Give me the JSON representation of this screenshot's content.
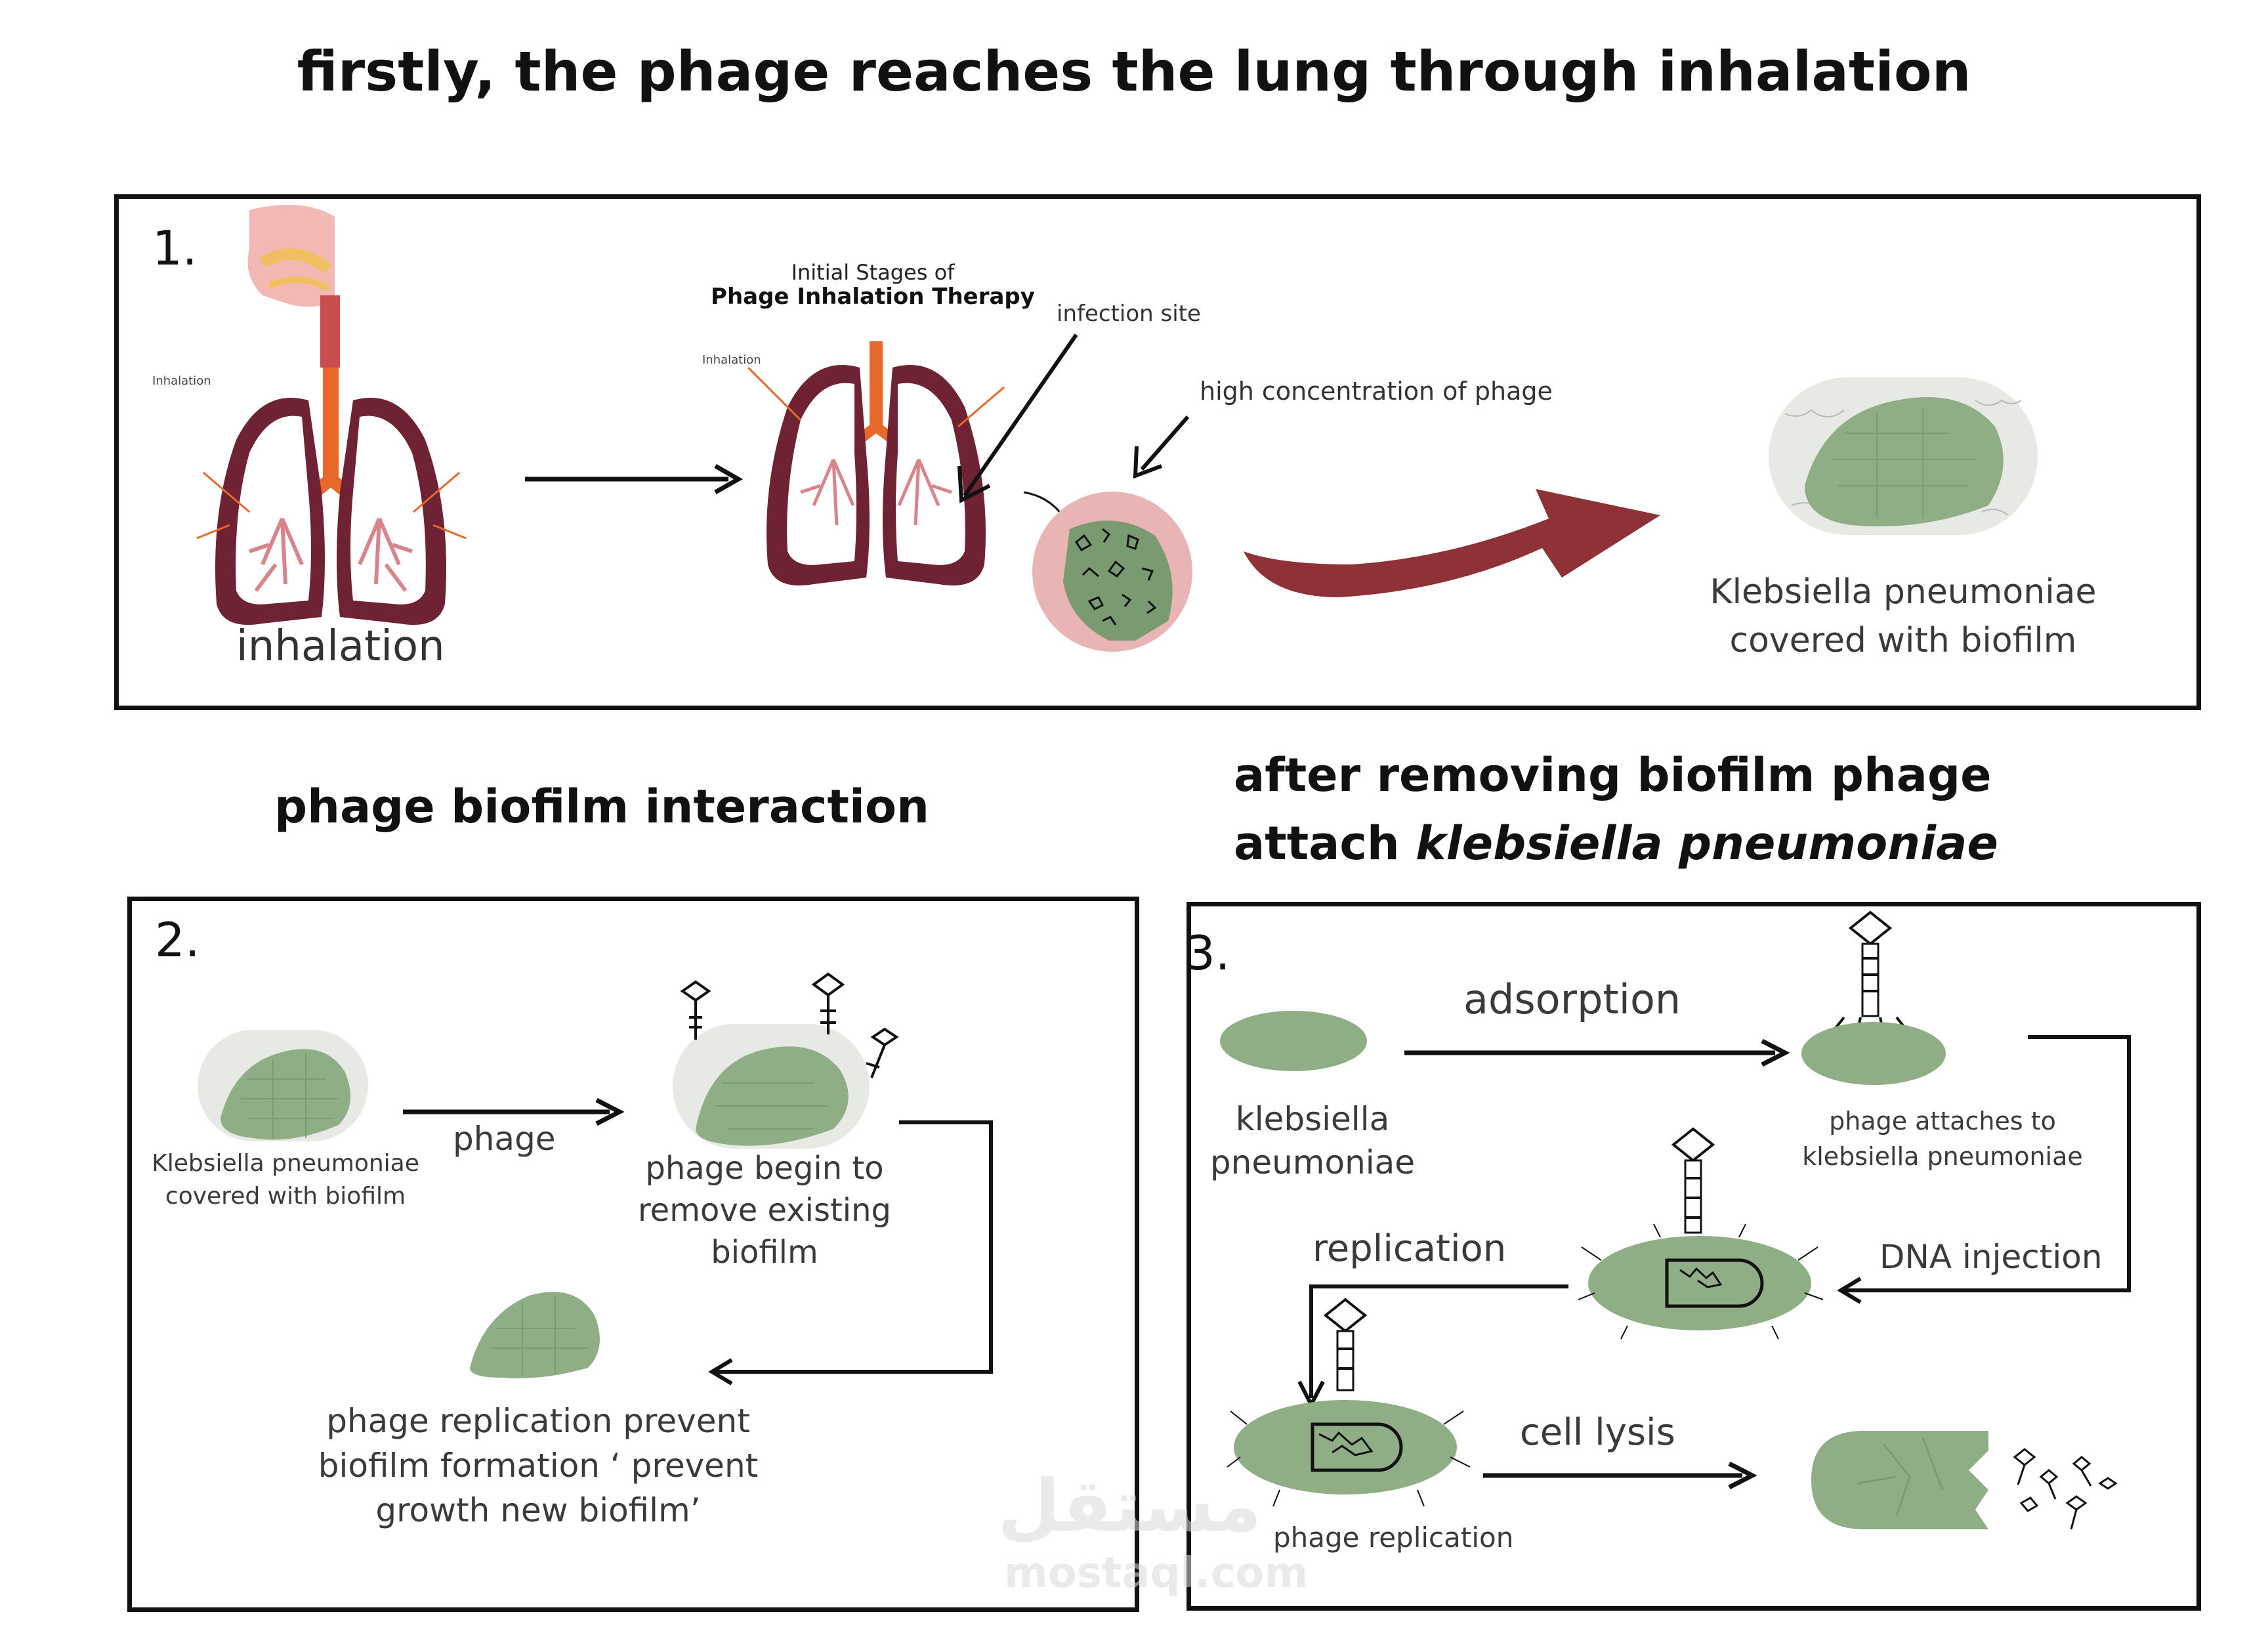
{
  "main_title": "firstly, the phage reaches the lung through inhalation",
  "panel1": {
    "number": "1.",
    "inhalation_label": "inhalation",
    "small_label_left": "Inhalation",
    "small_label_mid": "Inhalation",
    "diagram_title_line1": "Initial Stages of",
    "diagram_title_line2": "Phage Inhalation Therapy",
    "infection_site": "infection site",
    "high_concentration": "high concentration of phage",
    "result_line1": "Klebsiella pneumoniae",
    "result_line2": "covered with biofilm"
  },
  "section2_title": "phage biofilm interaction",
  "section3_title_line1": "after removing biofilm phage",
  "section3_title_line2_plain": "attach ",
  "section3_title_line2_italic": "klebsiella pneumoniae",
  "panel2": {
    "number": "2.",
    "kp_line1": "Klebsiella pneumoniae",
    "kp_line2": "covered with biofilm",
    "phage_label": "phage",
    "remove_line1": "phage begin to",
    "remove_line2": "remove existing",
    "remove_line3": "biofilm",
    "prevent_line1": "phage replication prevent",
    "prevent_line2": "biofilm formation ‘ prevent",
    "prevent_line3": "growth new biofilm’"
  },
  "panel3": {
    "number": "3.",
    "adsorption": "adsorption",
    "kp_line1": "klebsiella",
    "kp_line2": "pneumoniae",
    "attach_line1": "phage attaches to",
    "attach_line2": "klebsiella pneumoniae",
    "dna_injection": "DNA injection",
    "replication": "replication",
    "cell_lysis": "cell lysis",
    "phage_replication": "phage replication"
  },
  "watermark_line1": "مستقل",
  "watermark_line2": "mostaql.com",
  "colors": {
    "lung_outer": "#6e2233",
    "lung_inner": "#d9848a",
    "trachea": "#e8682a",
    "bacteria_green": "#8fae86",
    "arrow_red": "#8f3237",
    "pink_circle": "#e8b4b4"
  }
}
